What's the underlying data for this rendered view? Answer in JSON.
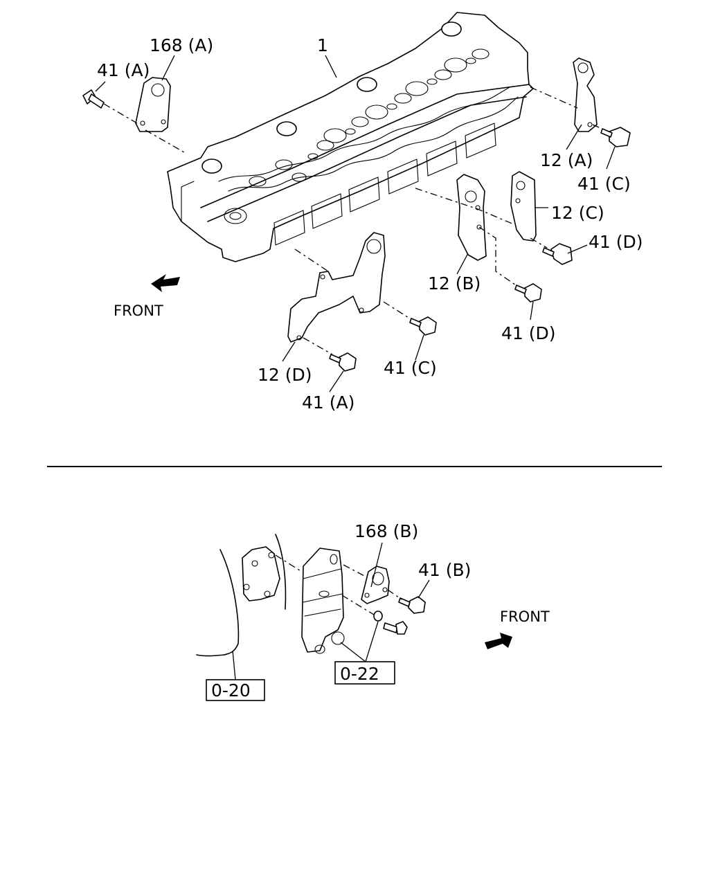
{
  "top_section": {
    "labels": {
      "part_1": "1",
      "part_168a": "168 (A)",
      "part_41a_top": "41 (A)",
      "part_12a": "12 (A)",
      "part_41c_right": "41 (C)",
      "part_12c": "12 (C)",
      "part_41d_right": "41 (D)",
      "part_12b": "12 (B)",
      "part_41d_bottom": "41 (D)",
      "part_12d": "12 (D)",
      "part_41c_bottom": "41 (C)",
      "part_41a_bottom": "41 (A)"
    },
    "front_label": "FRONT"
  },
  "bottom_section": {
    "labels": {
      "part_168b": "168 (B)",
      "part_41b": "41 (B)"
    },
    "ref_boxes": {
      "ref_020": "0-20",
      "ref_022": "0-22"
    },
    "front_label": "FRONT"
  }
}
